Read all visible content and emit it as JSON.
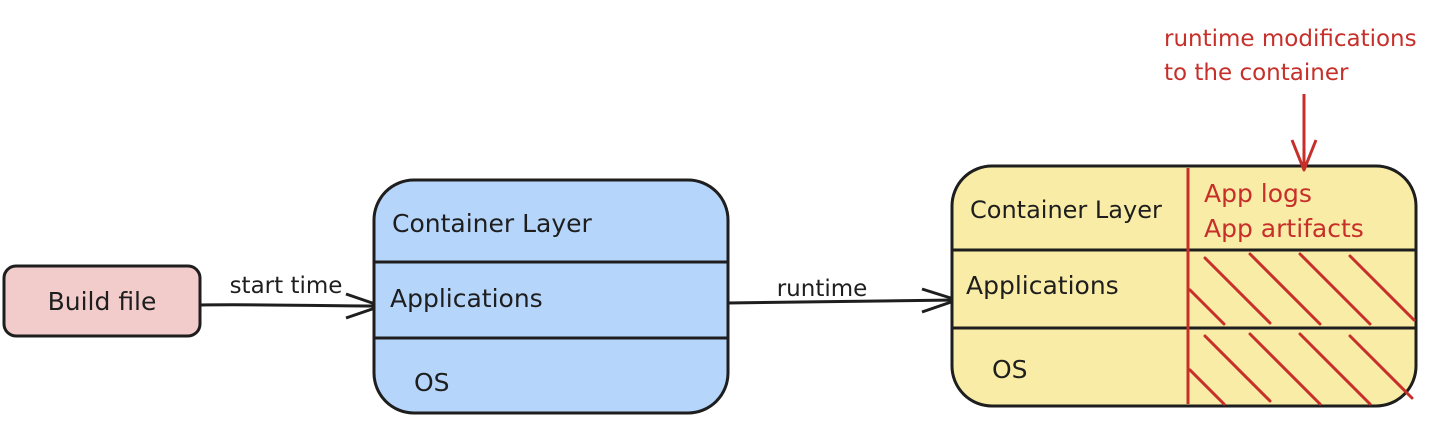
{
  "nodes": {
    "build_file": {
      "label": "Build file",
      "fill": "#f2cbcb"
    },
    "image": {
      "fill": "#b5d5fa",
      "layers": [
        "Container Layer",
        "Applications",
        "OS"
      ]
    },
    "container": {
      "fill": "#f9eca6",
      "layers": [
        "Container Layer",
        "Applications",
        "OS"
      ],
      "writable_notes": [
        "App logs",
        "App artifacts"
      ]
    }
  },
  "edges": {
    "start_time": {
      "label": "start time"
    },
    "runtime": {
      "label": "runtime"
    }
  },
  "annotation": {
    "lines": [
      "runtime modifications",
      "to the container"
    ],
    "color": "#c62f2a"
  },
  "stroke_color": "#1e1e1e"
}
